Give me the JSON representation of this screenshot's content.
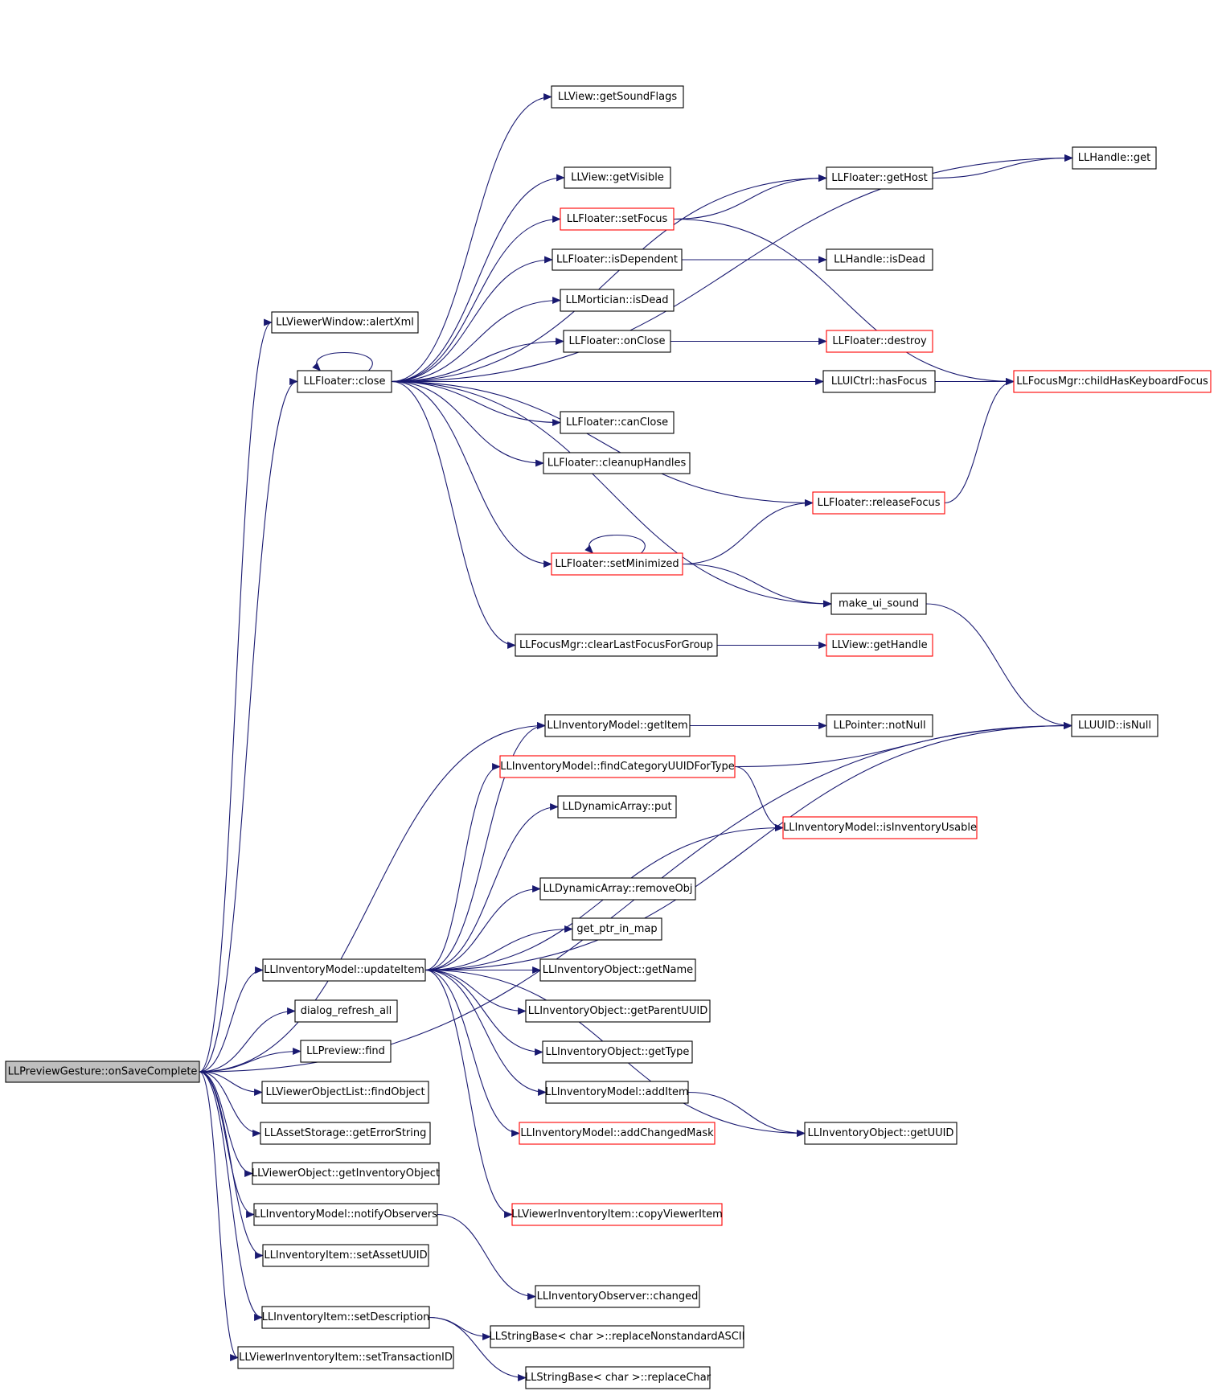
{
  "nodes": [
    {
      "id": "root",
      "label": "LLPreviewGesture::onSaveComplete",
      "style": "root"
    },
    {
      "id": "alertXml",
      "label": "LLViewerWindow::alertXml",
      "style": "black"
    },
    {
      "id": "close",
      "label": "LLFloater::close",
      "style": "black"
    },
    {
      "id": "getSoundFlags",
      "label": "LLView::getSoundFlags",
      "style": "black"
    },
    {
      "id": "getVisible",
      "label": "LLView::getVisible",
      "style": "black"
    },
    {
      "id": "setFocus",
      "label": "LLFloater::setFocus",
      "style": "red"
    },
    {
      "id": "isDependent",
      "label": "LLFloater::isDependent",
      "style": "black"
    },
    {
      "id": "morticianIsDead",
      "label": "LLMortician::isDead",
      "style": "black"
    },
    {
      "id": "onClose",
      "label": "LLFloater::onClose",
      "style": "black"
    },
    {
      "id": "canClose",
      "label": "LLFloater::canClose",
      "style": "black"
    },
    {
      "id": "cleanupHandles",
      "label": "LLFloater::cleanupHandles",
      "style": "black"
    },
    {
      "id": "setMinimized",
      "label": "LLFloater::setMinimized",
      "style": "red"
    },
    {
      "id": "clearLastFocus",
      "label": "LLFocusMgr::clearLastFocusForGroup",
      "style": "black"
    },
    {
      "id": "getHost",
      "label": "LLFloater::getHost",
      "style": "black"
    },
    {
      "id": "handleGet",
      "label": "LLHandle::get",
      "style": "black"
    },
    {
      "id": "handleIsDead",
      "label": "LLHandle::isDead",
      "style": "black"
    },
    {
      "id": "destroy",
      "label": "LLFloater::destroy",
      "style": "red"
    },
    {
      "id": "hasFocus",
      "label": "LLUICtrl::hasFocus",
      "style": "black"
    },
    {
      "id": "childHasKbFocus",
      "label": "LLFocusMgr::childHasKeyboardFocus",
      "style": "red"
    },
    {
      "id": "releaseFocus",
      "label": "LLFloater::releaseFocus",
      "style": "red"
    },
    {
      "id": "makeUiSound",
      "label": "make_ui_sound",
      "style": "black"
    },
    {
      "id": "getHandle",
      "label": "LLView::getHandle",
      "style": "red"
    },
    {
      "id": "uuidIsNull",
      "label": "LLUUID::isNull",
      "style": "black"
    },
    {
      "id": "getItem",
      "label": "LLInventoryModel::getItem",
      "style": "black"
    },
    {
      "id": "notNull",
      "label": "LLPointer::notNull",
      "style": "black"
    },
    {
      "id": "findCategory",
      "label": "LLInventoryModel::findCategoryUUIDForType",
      "style": "red"
    },
    {
      "id": "dynPut",
      "label": "LLDynamicArray::put",
      "style": "black"
    },
    {
      "id": "isInvUsable",
      "label": "LLInventoryModel::isInventoryUsable",
      "style": "red"
    },
    {
      "id": "dynRemove",
      "label": "LLDynamicArray::removeObj",
      "style": "black"
    },
    {
      "id": "getPtrInMap",
      "label": "get_ptr_in_map",
      "style": "black"
    },
    {
      "id": "updateItem",
      "label": "LLInventoryModel::updateItem",
      "style": "black"
    },
    {
      "id": "getName",
      "label": "LLInventoryObject::getName",
      "style": "black"
    },
    {
      "id": "dialogRefresh",
      "label": "dialog_refresh_all",
      "style": "black"
    },
    {
      "id": "getParentUUID",
      "label": "LLInventoryObject::getParentUUID",
      "style": "black"
    },
    {
      "id": "previewFind",
      "label": "LLPreview::find",
      "style": "black"
    },
    {
      "id": "getType",
      "label": "LLInventoryObject::getType",
      "style": "black"
    },
    {
      "id": "findObject",
      "label": "LLViewerObjectList::findObject",
      "style": "black"
    },
    {
      "id": "addItem",
      "label": "LLInventoryModel::addItem",
      "style": "black"
    },
    {
      "id": "getErrorString",
      "label": "LLAssetStorage::getErrorString",
      "style": "black"
    },
    {
      "id": "addChangedMask",
      "label": "LLInventoryModel::addChangedMask",
      "style": "red"
    },
    {
      "id": "getUUID",
      "label": "LLInventoryObject::getUUID",
      "style": "black"
    },
    {
      "id": "getInvObject",
      "label": "LLViewerObject::getInventoryObject",
      "style": "black"
    },
    {
      "id": "notifyObservers",
      "label": "LLInventoryModel::notifyObservers",
      "style": "black"
    },
    {
      "id": "copyViewerItem",
      "label": "LLViewerInventoryItem::copyViewerItem",
      "style": "red"
    },
    {
      "id": "setAssetUUID",
      "label": "LLInventoryItem::setAssetUUID",
      "style": "black"
    },
    {
      "id": "observerChanged",
      "label": "LLInventoryObserver::changed",
      "style": "black"
    },
    {
      "id": "setDescription",
      "label": "LLInventoryItem::setDescription",
      "style": "black"
    },
    {
      "id": "replaceNonstd",
      "label": "LLStringBase< char >::replaceNonstandardASCII",
      "style": "black"
    },
    {
      "id": "setTransactionID",
      "label": "LLViewerInventoryItem::setTransactionID",
      "style": "black"
    },
    {
      "id": "replaceChar",
      "label": "LLStringBase< char >::replaceChar",
      "style": "black"
    }
  ],
  "edges": [
    [
      "root",
      "alertXml"
    ],
    [
      "root",
      "close"
    ],
    [
      "root",
      "getItem"
    ],
    [
      "root",
      "uuidIsNull"
    ],
    [
      "root",
      "updateItem"
    ],
    [
      "root",
      "dialogRefresh"
    ],
    [
      "root",
      "previewFind"
    ],
    [
      "root",
      "findObject"
    ],
    [
      "root",
      "getErrorString"
    ],
    [
      "root",
      "getInvObject"
    ],
    [
      "root",
      "notifyObservers"
    ],
    [
      "root",
      "setAssetUUID"
    ],
    [
      "root",
      "setDescription"
    ],
    [
      "root",
      "setTransactionID"
    ],
    [
      "close",
      "close"
    ],
    [
      "close",
      "getSoundFlags"
    ],
    [
      "close",
      "getHost"
    ],
    [
      "close",
      "handleGet"
    ],
    [
      "close",
      "getVisible"
    ],
    [
      "close",
      "setFocus"
    ],
    [
      "close",
      "isDependent"
    ],
    [
      "close",
      "morticianIsDead"
    ],
    [
      "close",
      "onClose"
    ],
    [
      "close",
      "hasFocus"
    ],
    [
      "close",
      "canClose"
    ],
    [
      "close",
      "cleanupHandles"
    ],
    [
      "close",
      "releaseFocus"
    ],
    [
      "close",
      "setMinimized"
    ],
    [
      "close",
      "makeUiSound"
    ],
    [
      "close",
      "clearLastFocus"
    ],
    [
      "getHost",
      "handleGet"
    ],
    [
      "setFocus",
      "getHost"
    ],
    [
      "setFocus",
      "childHasKbFocus"
    ],
    [
      "isDependent",
      "handleIsDead"
    ],
    [
      "onClose",
      "destroy"
    ],
    [
      "hasFocus",
      "childHasKbFocus"
    ],
    [
      "releaseFocus",
      "childHasKbFocus"
    ],
    [
      "setMinimized",
      "setMinimized"
    ],
    [
      "setMinimized",
      "releaseFocus"
    ],
    [
      "setMinimized",
      "makeUiSound"
    ],
    [
      "makeUiSound",
      "uuidIsNull"
    ],
    [
      "clearLastFocus",
      "getHandle"
    ],
    [
      "getItem",
      "notNull"
    ],
    [
      "findCategory",
      "uuidIsNull"
    ],
    [
      "findCategory",
      "isInvUsable"
    ],
    [
      "updateItem",
      "getItem"
    ],
    [
      "updateItem",
      "findCategory"
    ],
    [
      "updateItem",
      "dynPut"
    ],
    [
      "updateItem",
      "isInvUsable"
    ],
    [
      "updateItem",
      "dynRemove"
    ],
    [
      "updateItem",
      "getPtrInMap"
    ],
    [
      "updateItem",
      "getName"
    ],
    [
      "updateItem",
      "getParentUUID"
    ],
    [
      "updateItem",
      "getType"
    ],
    [
      "updateItem",
      "addItem"
    ],
    [
      "updateItem",
      "addChangedMask"
    ],
    [
      "updateItem",
      "getUUID"
    ],
    [
      "updateItem",
      "copyViewerItem"
    ],
    [
      "updateItem",
      "uuidIsNull"
    ],
    [
      "addItem",
      "getUUID"
    ],
    [
      "notifyObservers",
      "observerChanged"
    ],
    [
      "setDescription",
      "replaceNonstd"
    ],
    [
      "setDescription",
      "replaceChar"
    ]
  ]
}
